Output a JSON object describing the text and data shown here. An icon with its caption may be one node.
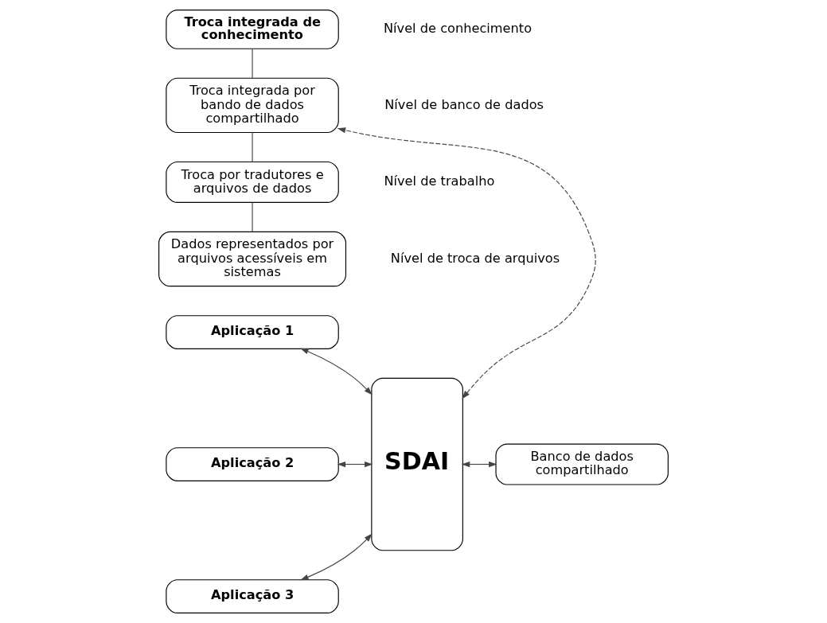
{
  "diagram": {
    "nodes": [
      {
        "text": [
          "Troca integrada de conhecimento"
        ],
        "beside": [
          "Nível de conhecimento"
        ]
      },
      {
        "text": [
          "Troca integrada por bando de dados compartilhado"
        ],
        "beside": [
          "Nível de banco de dados"
        ]
      },
      {
        "text": [
          "Troca por tradutores e arquivos de dados"
        ],
        "beside": [
          "Nível de trabalho"
        ]
      },
      {
        "text": [
          "Dados representados por arquivos acessíveis em sistemas"
        ],
        "beside": [
          "Nível de troca de arquivos"
        ]
      },
      {
        "text": [
          "Aplicação 1"
        ]
      },
      {
        "text": [
          "Aplicação 2"
        ]
      },
      {
        "text": [
          "Aplicação 3"
        ]
      },
      {
        "text": [
          "SDAI"
        ]
      },
      {
        "text": [
          "Banco de dados compartilhado"
        ]
      }
    ],
    "edges": [
      {
        "from": 0,
        "to": 1,
        "arrow": "none"
      },
      {
        "from": 1,
        "to": 2,
        "arrow": "none"
      },
      {
        "from": 2,
        "to": 3,
        "arrow": "none"
      },
      {
        "from": 7,
        "to": 1,
        "arrow": "both",
        "style": "dashed"
      },
      {
        "from": 4,
        "to": 7,
        "arrow": "both"
      },
      {
        "from": 5,
        "to": 7,
        "arrow": "both"
      },
      {
        "from": 6,
        "to": 7,
        "arrow": "both"
      },
      {
        "from": 7,
        "to": 8,
        "arrow": "both"
      }
    ]
  }
}
